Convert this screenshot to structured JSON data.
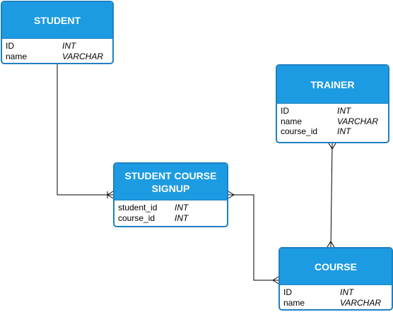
{
  "diagram": {
    "colors": {
      "header_fill": "#1c9be2",
      "border": "#1f7fc4",
      "header_text": "#ffffff",
      "line": "#000000"
    },
    "entities": {
      "student": {
        "title": "STUDENT",
        "fields": [
          {
            "name": "ID",
            "type": "INT"
          },
          {
            "name": "name",
            "type": "VARCHAR"
          }
        ]
      },
      "trainer": {
        "title": "TRAINER",
        "fields": [
          {
            "name": "ID",
            "type": "INT"
          },
          {
            "name": "name",
            "type": "VARCHAR"
          },
          {
            "name": "course_id",
            "type": "INT"
          }
        ]
      },
      "signup": {
        "title": "STUDENT COURSE\nSIGNUP",
        "fields": [
          {
            "name": "student_id",
            "type": "INT"
          },
          {
            "name": "course_id",
            "type": "INT"
          }
        ]
      },
      "course": {
        "title": "COURSE",
        "fields": [
          {
            "name": "ID",
            "type": "INT"
          },
          {
            "name": "name",
            "type": "VARCHAR"
          }
        ]
      }
    },
    "relationships": [
      {
        "from": "student",
        "to": "signup",
        "from_end": "none",
        "to_end": "many"
      },
      {
        "from": "signup",
        "to": "course",
        "from_end": "many",
        "to_end": "many"
      },
      {
        "from": "trainer",
        "to": "course",
        "from_end": "many",
        "to_end": "many"
      }
    ]
  }
}
